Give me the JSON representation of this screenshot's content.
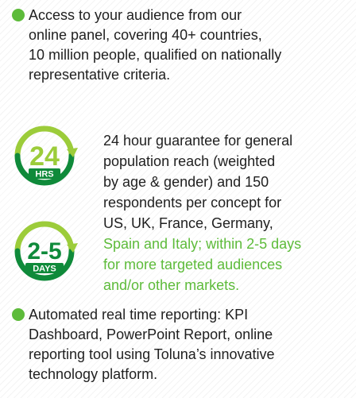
{
  "colors": {
    "accent_green": "#5dbb3a",
    "badge_dark_green": "#0f8a3a",
    "badge_light_green": "#9ccc3a",
    "text": "#1f1f1f"
  },
  "bullets": [
    {
      "lines": [
        "Access to your audience from our",
        "online panel, covering 40+ countries,",
        "10 million people, qualified on nationally",
        "representative criteria."
      ]
    },
    {
      "lines": [
        "Automated real time reporting: KPI",
        "Dashboard, PowerPoint Report, online",
        "reporting tool using Toluna’s innovative",
        "technology platform."
      ]
    }
  ],
  "badges": {
    "hours": {
      "number": "24",
      "unit": "HRS"
    },
    "days": {
      "number": "2-5",
      "unit": "DAYS"
    }
  },
  "guarantee": {
    "line_1": "24 hour guarantee for general",
    "line_2": "population reach (weighted",
    "line_3": "by age & gender) and 150",
    "line_4": "respondents per concept for",
    "line_5": "US, UK, France, Germany,",
    "line_6_accent": "Spain and Italy; within 2-5 days",
    "line_7_accent": "for more targeted audiences",
    "line_8_accent": "and/or other markets."
  }
}
